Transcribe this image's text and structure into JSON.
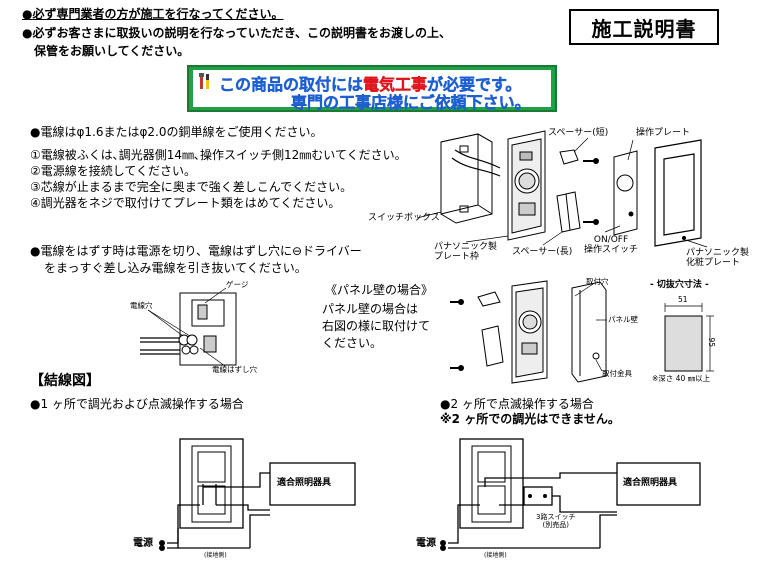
{
  "header": {
    "notice_1": "●必ず専門業者の方が施工を行なってください。",
    "notice_2a": "●必ずお客さまに取扱いの説明を行なっていただき、この説明書をお渡しの上、",
    "notice_2b": "保管をお願いしてください。",
    "title": "施工説明書"
  },
  "warning": {
    "line1_pre": "この商品の取付には",
    "line1_red": "電気工事",
    "line1_post": "が必要です。",
    "line2": "専門の工事店様にご依頼下さい。"
  },
  "instructions": {
    "wire": "●電線はφ1.6またはφ2.0の銅単線をご使用ください。",
    "step1": "①電線被ふくは､調光器側14㎜､操作スイッチ側12㎜むいてください。",
    "step2": "②電源線を接続してください。",
    "step3": "③芯線が止まるまで完全に奥まで強く差しこんでください。",
    "step4": "④調光器をネジで取付けてプレート類をはめてください。",
    "remove1": "●電線をはずす時は電源を切り、電線はずし穴に⊖ドライバー",
    "remove2": "をまっすぐ差し込み電線を引き抜いてください。"
  },
  "assembly_labels": {
    "spacer_short": "スペーサー(短)",
    "plate": "操作プレート",
    "switch_box": "スイッチボックス",
    "frame": "パナソニック製\nプレート枠",
    "spacer_long": "スペーサー(長)",
    "onoff": "ON/OFF\n操作スイッチ",
    "cosmetic": "パナソニック製\n化粧プレート"
  },
  "wire_diagram": {
    "gauge": "ゲージ",
    "wire_hole": "電線穴",
    "release_hole": "電線はずし穴"
  },
  "panel": {
    "heading": "《パネル壁の場合》",
    "body1": "パネル壁の場合は",
    "body2": "右図の様に取付けて",
    "body3": "ください。",
    "mount_hole": "取付穴",
    "panel_wall": "パネル壁",
    "bracket": "取付金具"
  },
  "cutout": {
    "title": "- 切抜穴寸法 -",
    "width": "51",
    "height": "95",
    "depth_note": "※深さ 40 ㎜以上"
  },
  "wiring": {
    "heading": "【結線図】",
    "case1": "●1 ヶ所で調光および点滅操作する場合",
    "case2a": "●2 ヶ所で点滅操作する場合",
    "case2b": "※2 ヶ所での調光はできません。",
    "fixture": "適合照明器具",
    "power": "電源",
    "ground_side": "(接地側)",
    "three_way": "3路スイッチ\n(別売品)"
  },
  "icons": [
    "wrench-icon",
    "screwdriver-icon"
  ]
}
